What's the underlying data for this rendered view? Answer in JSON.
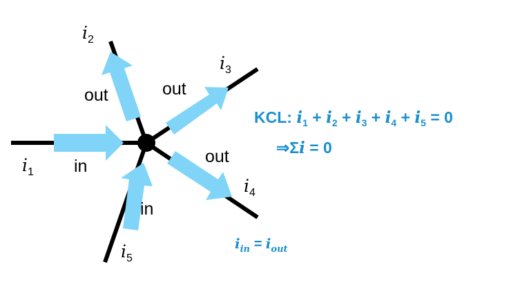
{
  "colors": {
    "wire": "#000000",
    "arrow": "#80d4f7",
    "text_blue": "#1a8fcb"
  },
  "branches": [
    {
      "current": "i",
      "sub": "1",
      "dir": "in",
      "dir_label": "in"
    },
    {
      "current": "i",
      "sub": "2",
      "dir": "out",
      "dir_label": "out"
    },
    {
      "current": "i",
      "sub": "3",
      "dir": "out",
      "dir_label": "out"
    },
    {
      "current": "i",
      "sub": "4",
      "dir": "out",
      "dir_label": "out"
    },
    {
      "current": "i",
      "sub": "5",
      "dir": "in",
      "dir_label": "in"
    }
  ],
  "kcl": {
    "prefix": "KCL: ",
    "terms": [
      {
        "sym": "i",
        "sub": "1",
        "op": " + "
      },
      {
        "sym": "i",
        "sub": "2",
        "op": " + "
      },
      {
        "sym": "i",
        "sub": "3",
        "op": " + "
      },
      {
        "sym": "i",
        "sub": "4",
        "op": " + "
      },
      {
        "sym": "i",
        "sub": "5",
        "op": " = 0"
      }
    ],
    "sum_arrow": "⇒",
    "sum_symbol": "Σ",
    "sum_var": "i",
    "sum_rest": " = 0"
  },
  "balance": {
    "left": "i",
    "left_sub": "in",
    "equals": " = ",
    "right": "i",
    "right_sub": "out"
  }
}
